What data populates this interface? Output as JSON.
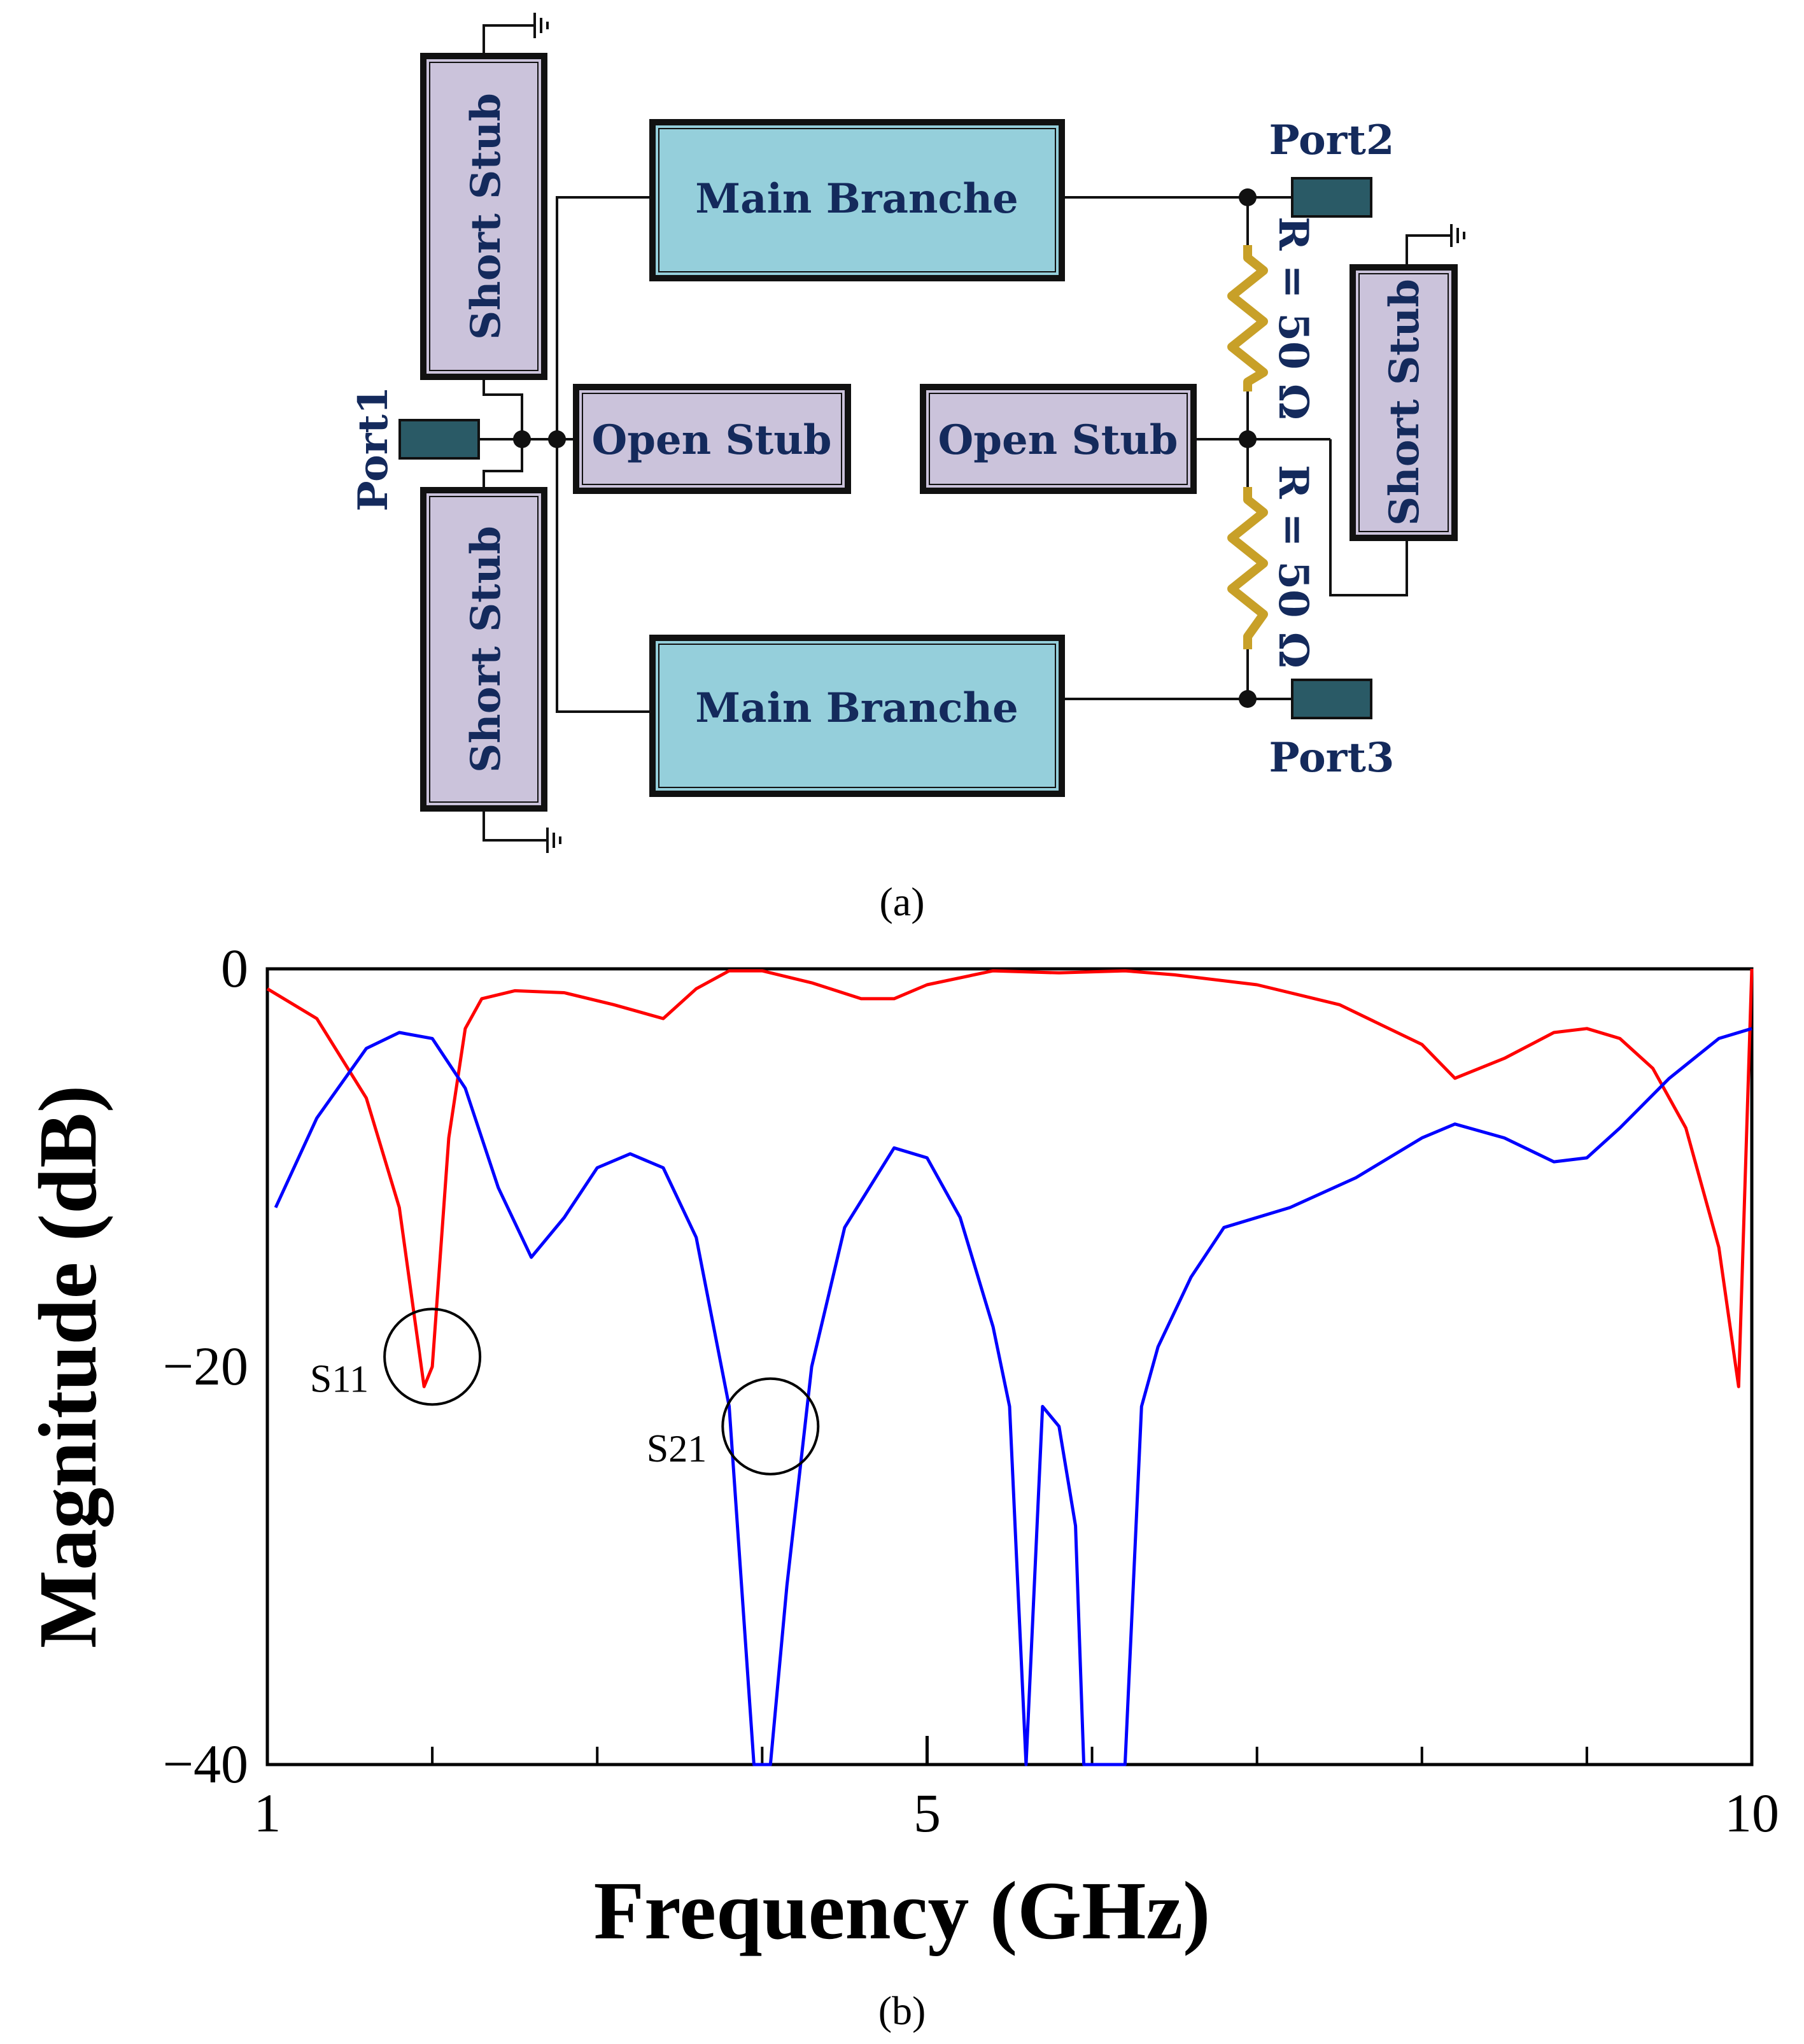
{
  "diagram": {
    "port1": "Port1",
    "port2": "Port2",
    "port3": "Port3",
    "main_branch_top": "Main Branche",
    "main_branch_bottom": "Main Branche",
    "short_stub_top": "Short Stub",
    "short_stub_bottom": "Short Stub",
    "short_stub_right": "Short Stub",
    "open_stub_left": "Open Stub",
    "open_stub_right": "Open Stub",
    "resistor_top": "R = 50 Ω",
    "resistor_bottom": "R = 50 Ω",
    "caption": "(a)",
    "colors": {
      "branch_fill": "#95cfdb",
      "stub_fill": "#cbc3db",
      "port_fill": "#2a5a66",
      "resistor": "#c8a028",
      "label": "#142a5c"
    }
  },
  "chart_caption": "(b)",
  "chart_data": {
    "type": "line",
    "xlabel": "Frequency (GHz)",
    "ylabel": "Magnitude (dB)",
    "xlim": [
      1,
      10
    ],
    "ylim": [
      -40,
      0
    ],
    "xticks": [
      1,
      5,
      10
    ],
    "yticks": [
      0,
      -20,
      -40
    ],
    "minor_xticks": [
      2,
      3,
      4,
      6,
      7,
      8,
      9
    ],
    "grid": false,
    "legend": "none",
    "series": [
      {
        "name": "S11",
        "color": "#ff0000",
        "x": [
          1.0,
          1.3,
          1.6,
          1.8,
          1.95,
          2.0,
          2.1,
          2.2,
          2.3,
          2.5,
          2.8,
          3.1,
          3.4,
          3.6,
          3.8,
          4.0,
          4.3,
          4.6,
          4.8,
          5.0,
          5.4,
          5.8,
          6.2,
          6.5,
          7.0,
          7.5,
          8.0,
          8.2,
          8.5,
          8.8,
          9.0,
          9.2,
          9.4,
          9.6,
          9.8,
          9.92,
          10.0
        ],
        "y": [
          -1.0,
          -2.5,
          -6.5,
          -12.0,
          -21.0,
          -20.0,
          -8.5,
          -3.0,
          -1.5,
          -1.1,
          -1.2,
          -1.8,
          -2.5,
          -1.0,
          -0.1,
          -0.1,
          -0.7,
          -1.5,
          -1.5,
          -0.8,
          -0.1,
          -0.2,
          -0.1,
          -0.3,
          -0.8,
          -1.8,
          -3.8,
          -5.5,
          -4.5,
          -3.2,
          -3.0,
          -3.5,
          -5.0,
          -8.0,
          -14.0,
          -21.0,
          0.0
        ]
      },
      {
        "name": "S21",
        "color": "#0000ff",
        "x": [
          1.05,
          1.3,
          1.6,
          1.8,
          2.0,
          2.2,
          2.4,
          2.6,
          2.8,
          3.0,
          3.2,
          3.4,
          3.6,
          3.8,
          3.95,
          4.05,
          4.15,
          4.3,
          4.5,
          4.8,
          5.0,
          5.2,
          5.4,
          5.5,
          5.6,
          5.7,
          5.8,
          5.9,
          5.95,
          6.0,
          6.2,
          6.3,
          6.4,
          6.6,
          6.8,
          7.2,
          7.6,
          8.0,
          8.2,
          8.5,
          8.8,
          9.0,
          9.2,
          9.5,
          9.8,
          10.0
        ],
        "y": [
          -12.0,
          -7.5,
          -4.0,
          -3.2,
          -3.5,
          -6.0,
          -11.0,
          -14.5,
          -12.5,
          -10.0,
          -9.3,
          -10.0,
          -13.5,
          -22.0,
          -40.0,
          -40.0,
          -31.0,
          -20.0,
          -13.0,
          -9.0,
          -9.5,
          -12.5,
          -18.0,
          -22.0,
          -40.0,
          -22.0,
          -23.0,
          -28.0,
          -40.0,
          -40.0,
          -40.0,
          -22.0,
          -19.0,
          -15.5,
          -13.0,
          -12.0,
          -10.5,
          -8.5,
          -7.8,
          -8.5,
          -9.7,
          -9.5,
          -8.0,
          -5.5,
          -3.5,
          -3.0
        ]
      }
    ],
    "annotations": [
      {
        "label_main": "S",
        "label_sub": "11",
        "x": 2.0,
        "y": -19.5
      },
      {
        "label_main": "S",
        "label_sub": "21",
        "x": 4.05,
        "y": -23.0
      }
    ]
  }
}
